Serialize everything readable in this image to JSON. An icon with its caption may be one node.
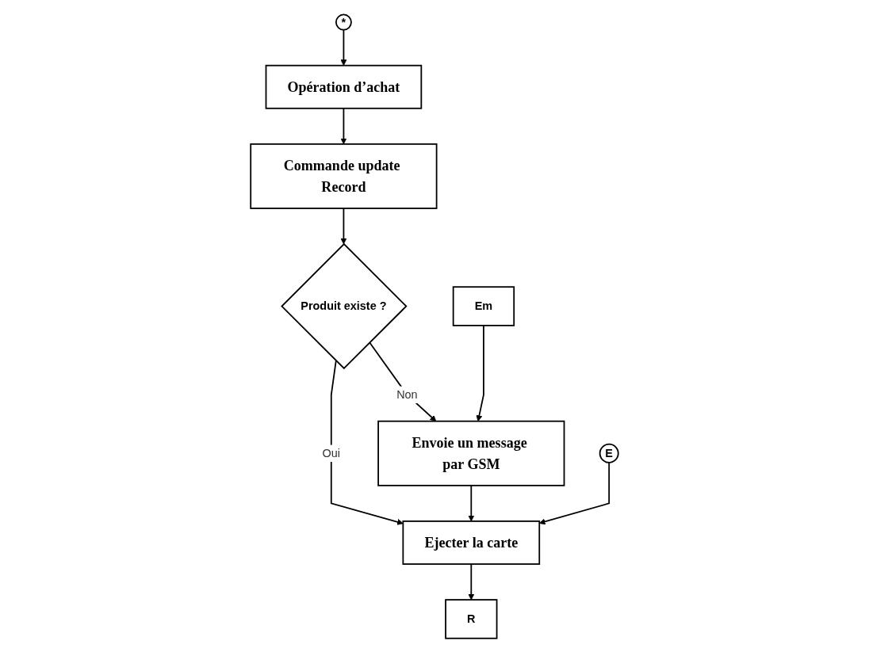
{
  "diagram": {
    "nodes": [
      {
        "text": [
          "*"
        ]
      },
      {
        "text": [
          "Opération d’achat"
        ]
      },
      {
        "text": [
          "Commande update Record"
        ]
      },
      {
        "text": [
          "Em"
        ]
      },
      {
        "text": [
          "Produit existe ?"
        ]
      },
      {
        "text": [
          "Envoie un message par GSM"
        ]
      },
      {
        "text": [
          "E"
        ]
      },
      {
        "text": [
          "Ejecter la carte"
        ]
      },
      {
        "text": [
          "R"
        ]
      }
    ],
    "edges": [
      {
        "from": 0,
        "to": 1,
        "arrow": "to"
      },
      {
        "from": 1,
        "to": 2,
        "arrow": "to"
      },
      {
        "from": 2,
        "to": 4,
        "arrow": "to"
      },
      {
        "from": 4,
        "to": 5,
        "arrow": "to",
        "label": "Non"
      },
      {
        "from": 3,
        "to": 5,
        "arrow": "to"
      },
      {
        "from": 4,
        "to": 7,
        "arrow": "to",
        "label": "Oui"
      },
      {
        "from": 5,
        "to": 7,
        "arrow": "to"
      },
      {
        "from": 6,
        "to": 7,
        "arrow": "to"
      },
      {
        "from": 7,
        "to": 8,
        "arrow": "to"
      }
    ]
  }
}
